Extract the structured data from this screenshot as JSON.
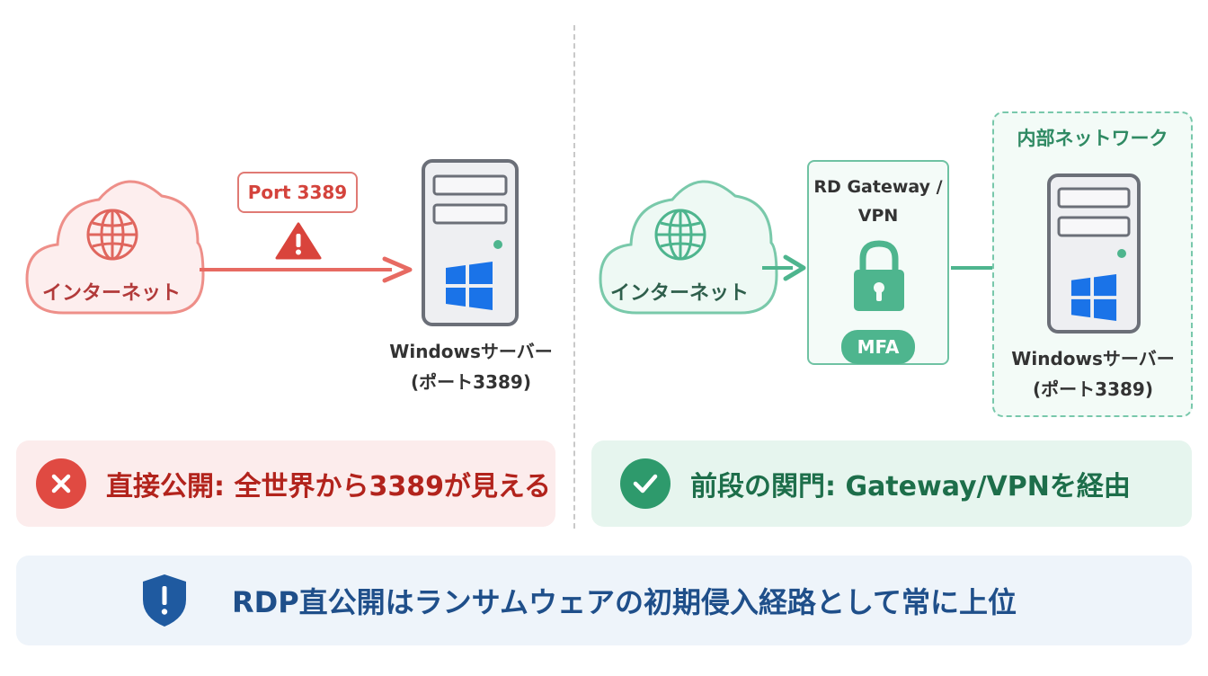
{
  "left": {
    "cloud_label": "インターネット",
    "port_label": "Port 3389",
    "server_label_line1": "Windowsサーバー",
    "server_label_line2": "(ポート3389)",
    "banner_text": "直接公開: 全世界から3389が見える"
  },
  "right": {
    "cloud_label": "インターネット",
    "gateway_title_line1": "RD Gateway /",
    "gateway_title_line2": "VPN",
    "mfa_label": "MFA",
    "internal_network_label": "内部ネットワーク",
    "server_label_line1": "Windowsサーバー",
    "server_label_line2": "(ポート3389)",
    "banner_text": "前段の関門: Gateway/VPNを経由"
  },
  "footer": {
    "banner_text": "RDP直公開はランサムウェアの初期侵入経路として常に上位"
  },
  "colors": {
    "danger": "#e15b52",
    "safe": "#4eb58e",
    "info": "#1f5aa0"
  },
  "icons": [
    "globe-icon",
    "warning-icon",
    "server-icon",
    "windows-logo-icon",
    "lock-icon",
    "close-icon",
    "check-icon",
    "shield-alert-icon"
  ]
}
